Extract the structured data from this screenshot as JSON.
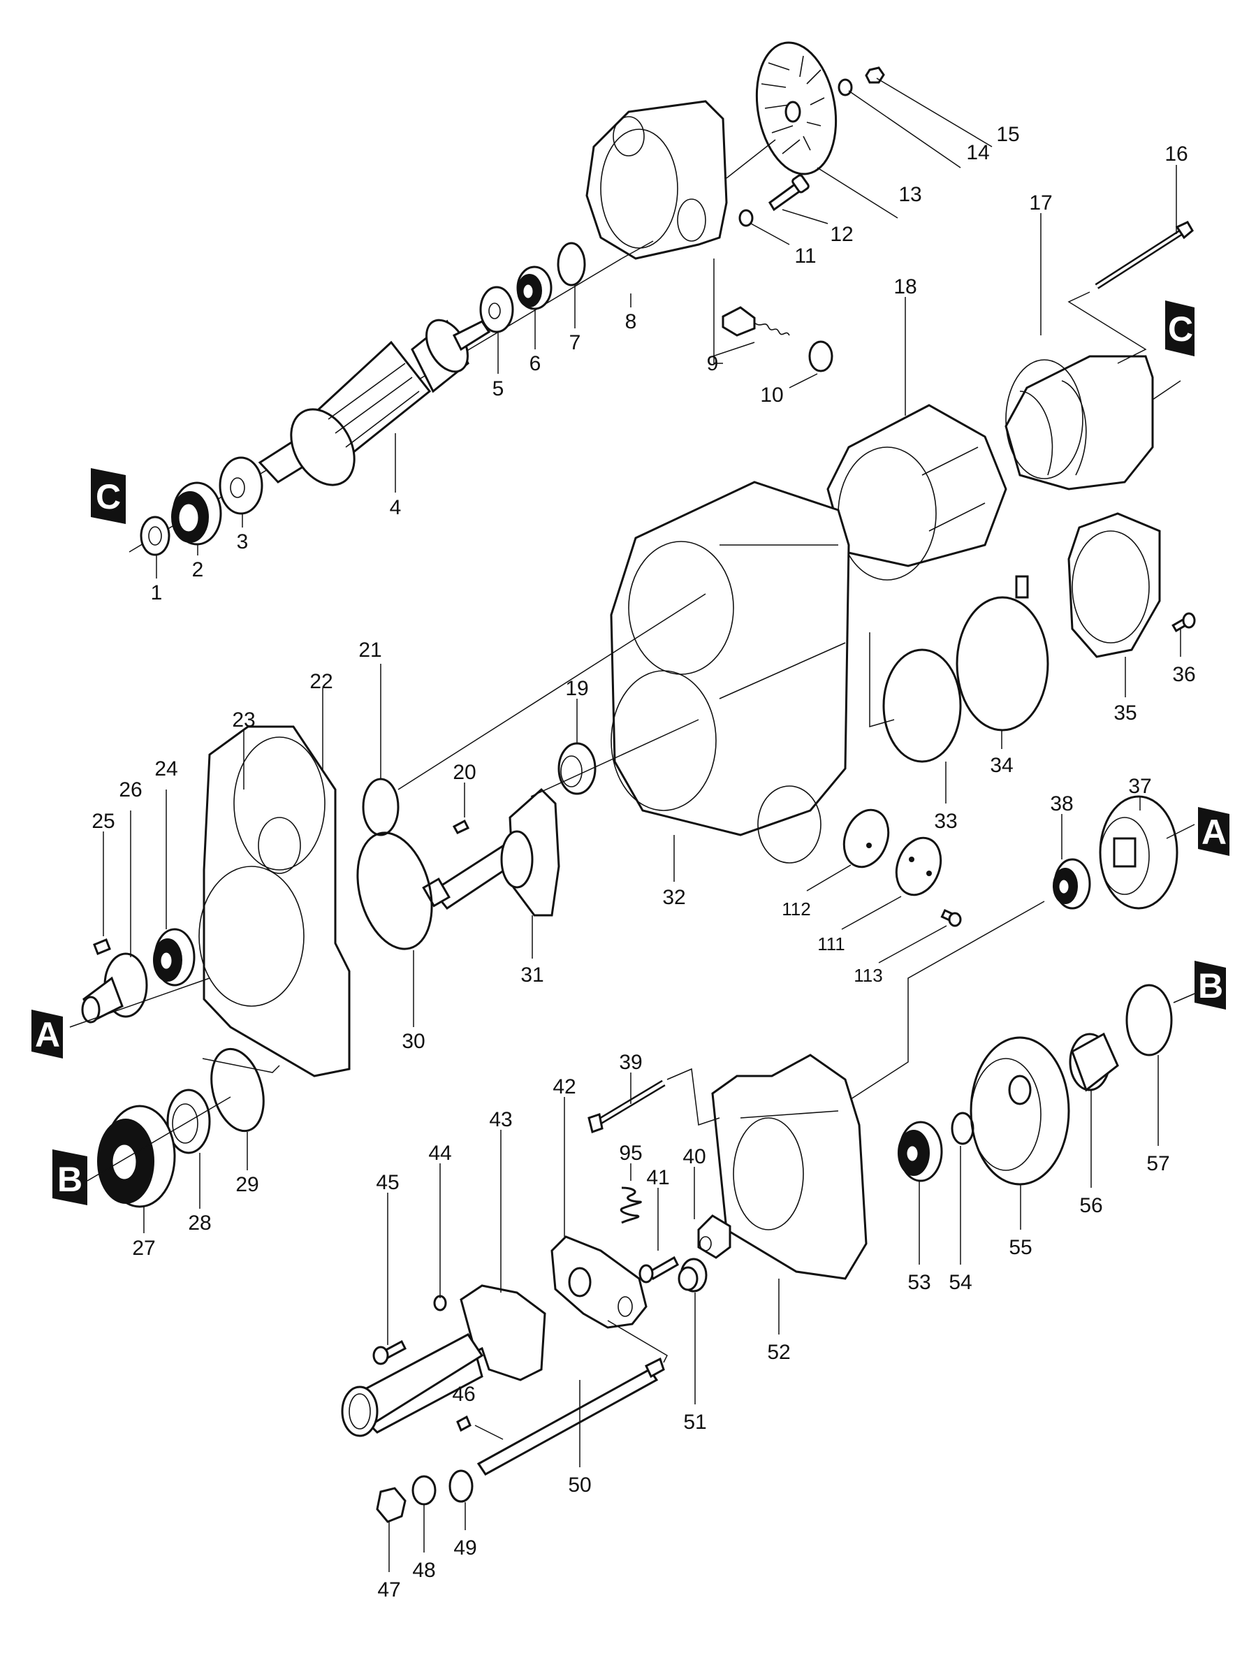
{
  "diagram": {
    "type": "exploded-parts-diagram",
    "reference_markers": [
      "A",
      "B",
      "C"
    ],
    "part_numbers": [
      "1",
      "2",
      "3",
      "4",
      "5",
      "6",
      "7",
      "8",
      "9",
      "10",
      "11",
      "12",
      "13",
      "14",
      "15",
      "16",
      "17",
      "18",
      "19",
      "20",
      "21",
      "22",
      "23",
      "24",
      "25",
      "26",
      "27",
      "28",
      "29",
      "30",
      "31",
      "32",
      "33",
      "34",
      "35",
      "36",
      "37",
      "38",
      "39",
      "40",
      "41",
      "42",
      "43",
      "44",
      "45",
      "46",
      "47",
      "48",
      "49",
      "50",
      "51",
      "52",
      "53",
      "54",
      "55",
      "56",
      "57",
      "95",
      "111",
      "112",
      "113"
    ]
  }
}
